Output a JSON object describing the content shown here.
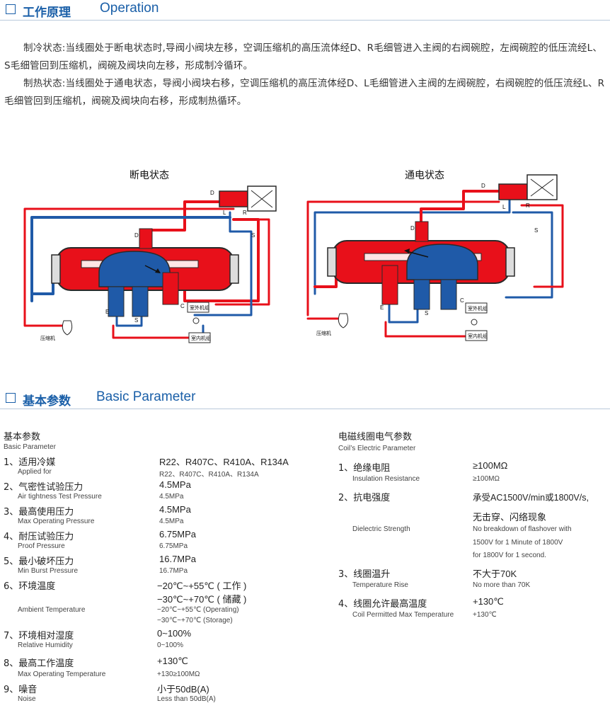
{
  "section1": {
    "cn": "工作原理",
    "en": "Operation"
  },
  "operation_text": {
    "cooling": "制冷状态:当线圈处于断电状态时,导阀小阀块左移，空调压缩机的高压流体经D、R毛细管进入主阀的右阀碗腔，左阀碗腔的低压流经L、S毛细管回到压缩机，阀碗及阀块向左移，形成制冷循环。",
    "heating": "制热状态:当线圈处于通电状态，导阀小阀块右移，空调压缩机的高压流体经D、L毛细管进入主阀的左阀碗腔，右阀碗腔的低压流经L、R毛细管回到压缩机，阀碗及阀块向右移，形成制热循环。"
  },
  "diagrams": {
    "left": {
      "title": "断电状态",
      "compressor": "压缩机",
      "outdoor": "室外机组",
      "indoor": "室内机组"
    },
    "right": {
      "title": "通电状态",
      "compressor": "压缩机",
      "outdoor": "室外机组",
      "indoor": "室内机组"
    },
    "letters": {
      "D": "D",
      "L": "L",
      "R": "R",
      "S": "S",
      "E": "E",
      "C": "C"
    },
    "colors": {
      "high": "#e8101a",
      "low": "#1f5aa8",
      "body": "#2a2a2a"
    }
  },
  "section2": {
    "cn": "基本参数",
    "en": "Basic Parameter"
  },
  "left_params": {
    "heading_cn": "基本参数",
    "heading_en": "Basic Parameter",
    "items": [
      {
        "cn": "1、适用冷媒",
        "en": "Applied for",
        "v1": "R22、R407C、R410A、R134A",
        "v2": "R22、R407C、R410A、R134A"
      },
      {
        "cn": "2、气密性试验压力",
        "en": "Air tightness Test Pressure",
        "v1": "4.5MPa",
        "v2": "4.5MPa"
      },
      {
        "cn": "3、最高使用压力",
        "en": "Max Operating Pressure",
        "v1": "4.5MPa",
        "v2": "4.5MPa"
      },
      {
        "cn": "4、耐压试验压力",
        "en": "Proof Pressure",
        "v1": "6.75MPa",
        "v2": "6.75MPa"
      },
      {
        "cn": "5、最小破坏压力",
        "en": "Min Burst Pressure",
        "v1": "16.7MPa",
        "v2": "16.7MPa"
      },
      {
        "cn": "6、环境温度",
        "en": "Ambient Temperature",
        "v1": "−20℃~+55℃ ( 工作 )",
        "v1b": "−30℃~+70℃ ( 储藏 )",
        "v2": "−20℃~+55℃ (Operating)",
        "v2b": "−30℃~+70℃ (Storage)"
      },
      {
        "cn": "7、环境相对湿度",
        "en": "Relative Humidity",
        "v1": "0~100%",
        "v2": "0~100%"
      },
      {
        "cn": "8、最高工作温度",
        "en": "Max Operating Temperature",
        "v1": "+130℃",
        "v2": "+130≥100MΩ"
      },
      {
        "cn": "9、噪音",
        "en": "Noise",
        "v1": "小于50dB(A)",
        "v2": "Less than 50dB(A)"
      }
    ]
  },
  "right_params": {
    "heading_cn": "电磁线圈电气参数",
    "heading_en": "Coil’s Electric Parameter",
    "items": [
      {
        "cn": "1、绝缘电阻",
        "en": "Insulation Resistance",
        "v1": "≥100MΩ",
        "v2": "≥100MΩ"
      },
      {
        "cn": "2、抗电强度",
        "en": "Dielectric Strength",
        "v1": "承受AC1500V/min或1800V/s,",
        "v1b": "无击穿、闪络现象",
        "v2": "No breakdown of flashover with",
        "v2b": "1500V for 1 Minute of 1800V",
        "v2c": "for 1800V for 1 second."
      },
      {
        "cn": "3、线圈温升",
        "en": "Temperature Rise",
        "v1": "不大于70K",
        "v2": "No more than 70K"
      },
      {
        "cn": "4、线圈允许最高温度",
        "en": "Coil Permitted Max Temperature",
        "v1": "+130℃",
        "v2": "+130℃"
      }
    ]
  }
}
